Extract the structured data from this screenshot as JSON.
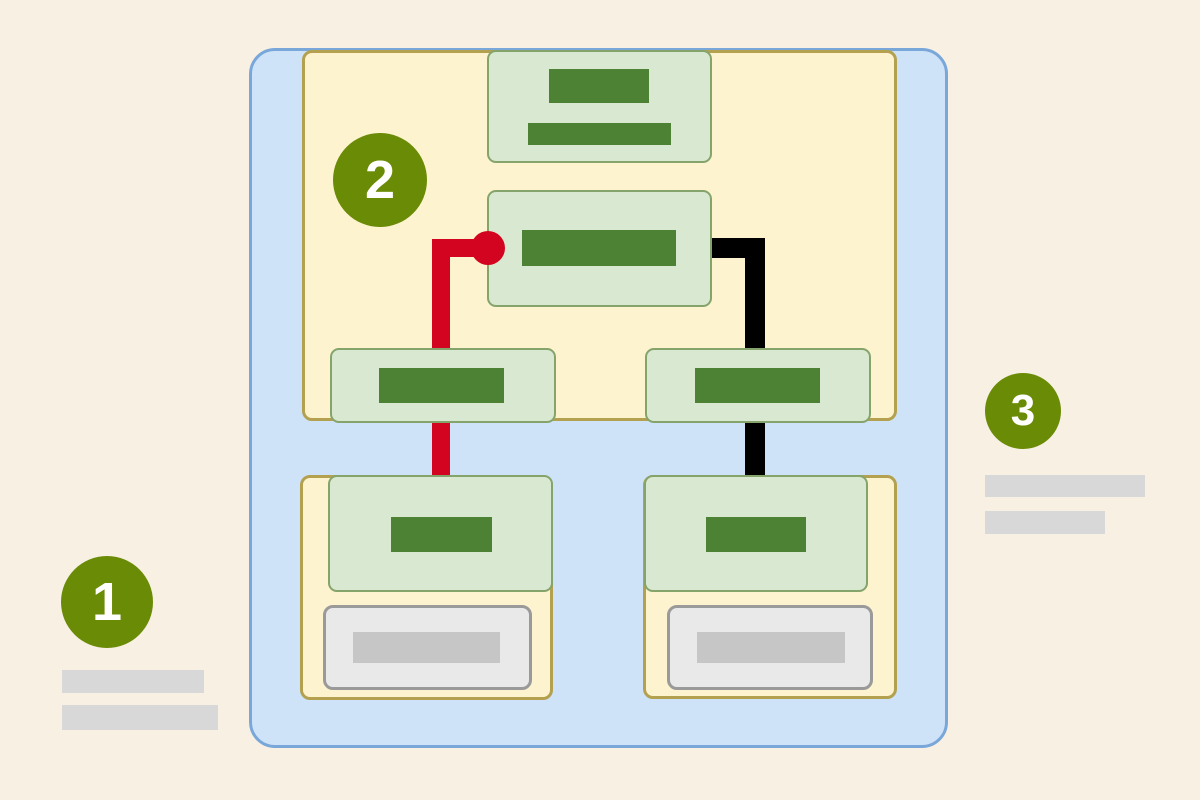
{
  "badges": {
    "step1": "1",
    "step2": "2",
    "step3": "3"
  },
  "colors": {
    "background": "#f8f0e3",
    "board-fill": "#cfe3f8",
    "board-border": "#79a7d9",
    "panel-fill": "#fdf3cf",
    "panel-border": "#b3a150",
    "node-fill": "#d9e8d1",
    "node-border": "#85a46c",
    "bar-green": "#4d8134",
    "card-fill": "#e9e9e9",
    "card-border": "#9a9a9a",
    "bar-gray-dark": "#c6c6c6",
    "bar-gray": "#d8d8d8",
    "connector-red": "#d2041f",
    "connector-black": "#000000",
    "badge-fill": "#6a8b05",
    "badge-text": "#ffffff"
  }
}
